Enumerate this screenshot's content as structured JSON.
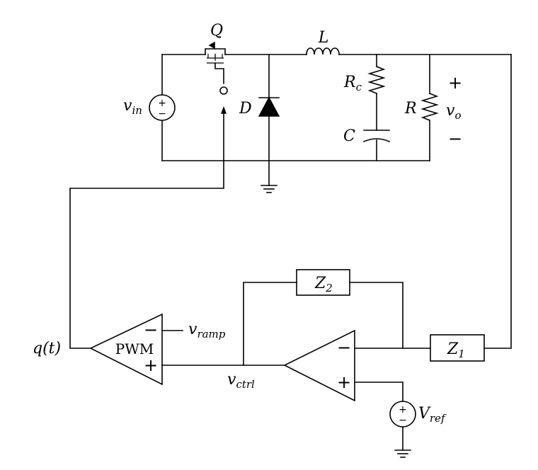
{
  "labels": {
    "switch": "Q",
    "inductor": "L",
    "esr_main": "R",
    "esr_sub": "c",
    "capacitor": "C",
    "diode": "D",
    "load": "R",
    "vin_main": "v",
    "vin_sub": "in",
    "vo_main": "v",
    "vo_sub": "o",
    "vo_plus": "+",
    "vo_minus": "−",
    "z1_main": "Z",
    "z1_sub": "1",
    "z2_main": "Z",
    "z2_sub": "2",
    "vref_main": "V",
    "vref_sub": "ref",
    "vramp_main": "v",
    "vramp_sub": "ramp",
    "vctrl_main": "v",
    "vctrl_sub": "ctrl",
    "qt": "q(t)",
    "pwm": "PWM",
    "pwm_minus": "−",
    "pwm_plus": "+",
    "opamp_minus": "−",
    "opamp_plus": "+",
    "source_plus": "+",
    "source_minus": "−"
  }
}
